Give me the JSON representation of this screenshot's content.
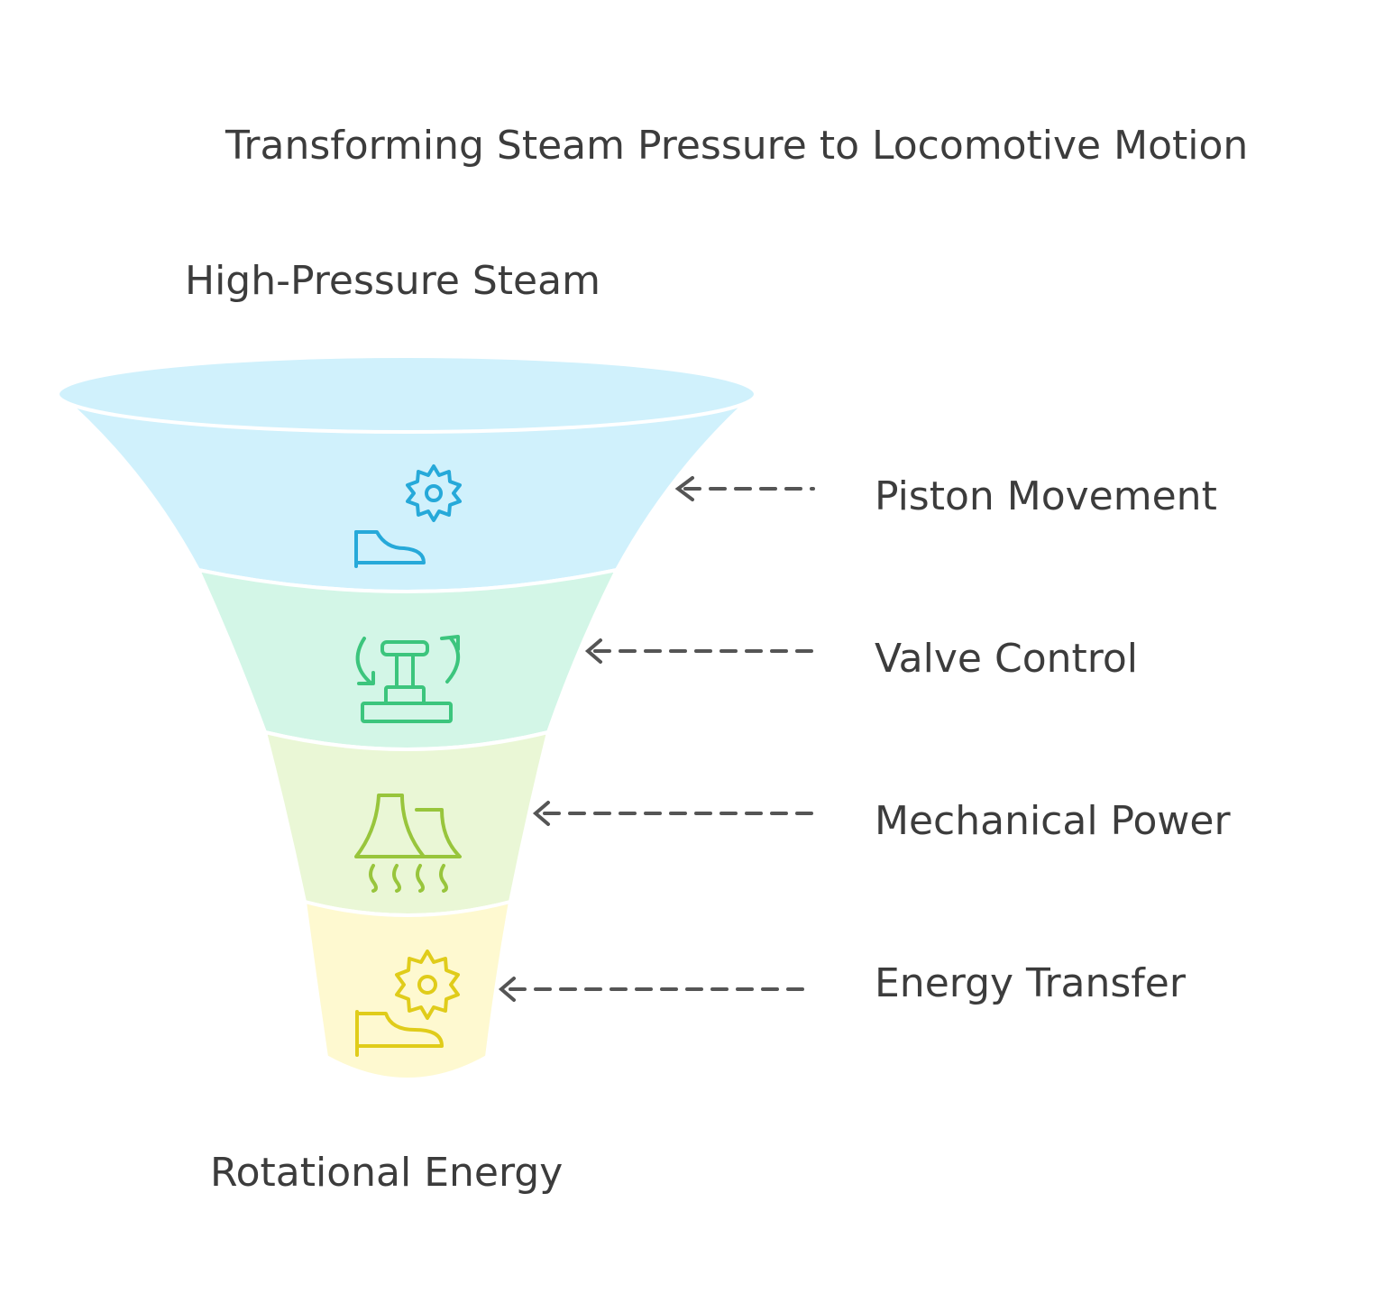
{
  "title": "Transforming Steam Pressure to Locomotive Motion",
  "top_label": "High-Pressure Steam",
  "bottom_label": "Rotational Energy",
  "stages": [
    {
      "label": "Piston Movement",
      "fill_color": "#d0f1fc",
      "icon_color": "#26a9d9",
      "icon": "gear-and-piston-icon"
    },
    {
      "label": "Valve Control",
      "fill_color": "#d3f6e7",
      "icon_color": "#3cc57d",
      "icon": "valve-rotation-icon"
    },
    {
      "label": "Mechanical Power",
      "fill_color": "#eaf7d6",
      "icon_color": "#98c53c",
      "icon": "cooling-tower-heat-icon"
    },
    {
      "label": "Energy Transfer",
      "fill_color": "#fef9d0",
      "icon_color": "#e0cc1a",
      "icon": "gear-and-hand-icon"
    }
  ],
  "colors": {
    "text": "#3c3c3c",
    "arrow": "#555555"
  }
}
